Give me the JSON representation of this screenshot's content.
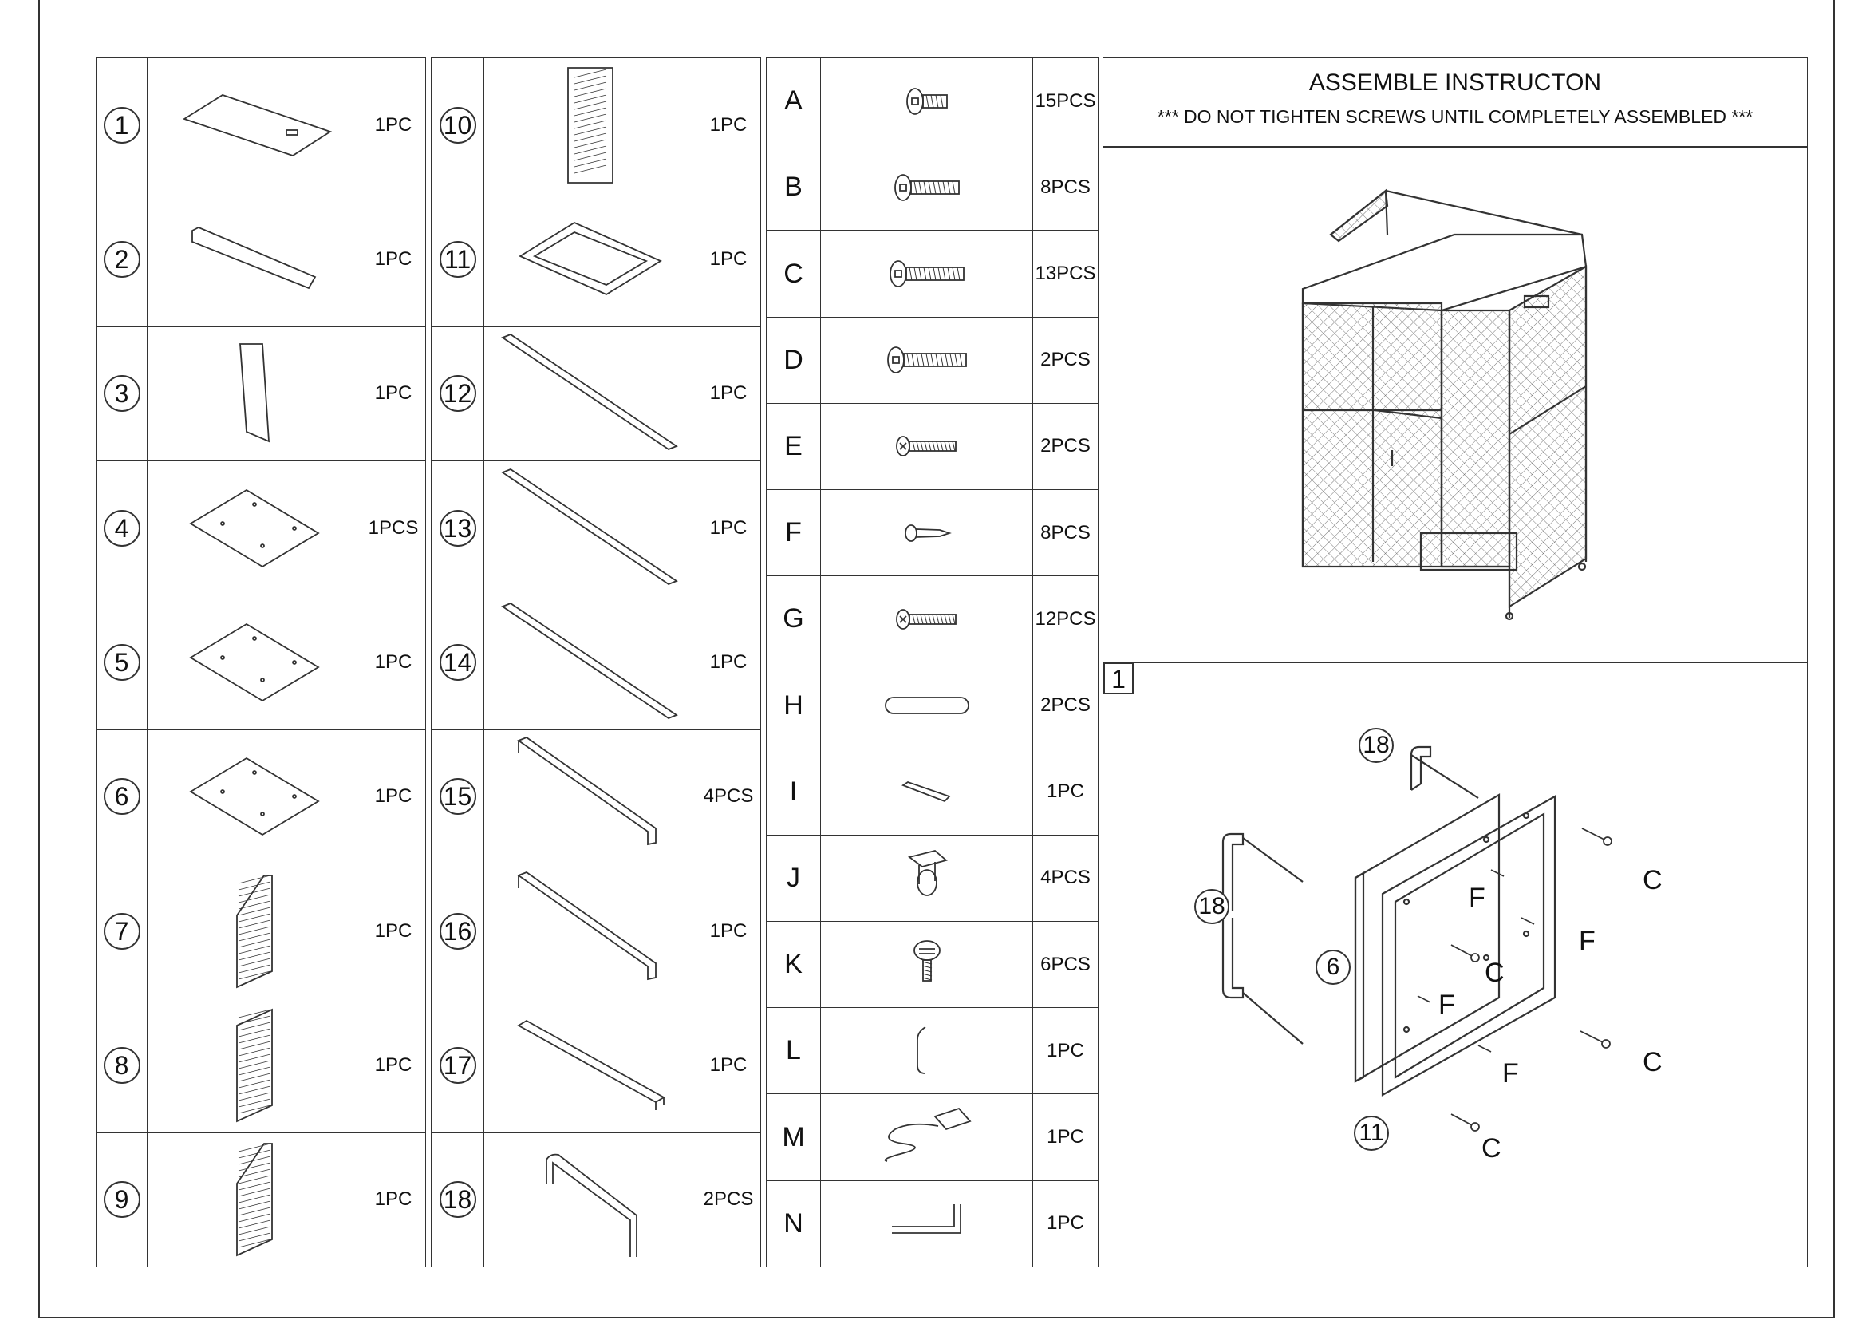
{
  "header": {
    "title": "ASSEMBLE INSTRUCTON",
    "warning": "*** DO NOT TIGHTEN SCREWS UNTIL COMPLETELY ASSEMBLED ***"
  },
  "parts_col1": [
    {
      "num": "1",
      "qty": "1PC",
      "icon": "top-panel-icon"
    },
    {
      "num": "2",
      "qty": "1PC",
      "icon": "strip-panel-icon"
    },
    {
      "num": "3",
      "qty": "1PC",
      "icon": "side-board-icon"
    },
    {
      "num": "4",
      "qty": "1PCS",
      "icon": "shelf-board-icon"
    },
    {
      "num": "5",
      "qty": "1PC",
      "icon": "shelf-board-icon"
    },
    {
      "num": "6",
      "qty": "1PC",
      "icon": "shelf-board-icon"
    },
    {
      "num": "7",
      "qty": "1PC",
      "icon": "mesh-side-panel-icon"
    },
    {
      "num": "8",
      "qty": "1PC",
      "icon": "mesh-door-icon"
    },
    {
      "num": "9",
      "qty": "1PC",
      "icon": "mesh-side-panel-icon"
    }
  ],
  "parts_col2": [
    {
      "num": "10",
      "qty": "1PC",
      "icon": "mesh-panel-icon"
    },
    {
      "num": "11",
      "qty": "1PC",
      "icon": "frame-icon"
    },
    {
      "num": "12",
      "qty": "1PC",
      "icon": "bar-icon"
    },
    {
      "num": "13",
      "qty": "1PC",
      "icon": "bar-icon"
    },
    {
      "num": "14",
      "qty": "1PC",
      "icon": "bar-icon"
    },
    {
      "num": "15",
      "qty": "4PCS",
      "icon": "bracket-bar-icon"
    },
    {
      "num": "16",
      "qty": "1PC",
      "icon": "bracket-bar-icon"
    },
    {
      "num": "17",
      "qty": "1PC",
      "icon": "square-tube-icon"
    },
    {
      "num": "18",
      "qty": "2PCS",
      "icon": "u-handle-icon"
    }
  ],
  "hardware": [
    {
      "letter": "A",
      "qty": "15PCS",
      "icon": "short-bolt-icon"
    },
    {
      "letter": "B",
      "qty": "8PCS",
      "icon": "bolt-icon"
    },
    {
      "letter": "C",
      "qty": "13PCS",
      "icon": "long-bolt-icon"
    },
    {
      "letter": "D",
      "qty": "2PCS",
      "icon": "flat-head-bolt-icon"
    },
    {
      "letter": "E",
      "qty": "2PCS",
      "icon": "phillips-screw-icon"
    },
    {
      "letter": "F",
      "qty": "8PCS",
      "icon": "wood-screw-icon"
    },
    {
      "letter": "G",
      "qty": "12PCS",
      "icon": "phillips-screw-icon"
    },
    {
      "letter": "H",
      "qty": "2PCS",
      "icon": "dowel-icon"
    },
    {
      "letter": "I",
      "qty": "1PC",
      "icon": "hinge-plate-icon"
    },
    {
      "letter": "J",
      "qty": "4PCS",
      "icon": "caster-wheel-icon"
    },
    {
      "letter": "K",
      "qty": "6PCS",
      "icon": "leveling-foot-icon"
    },
    {
      "letter": "L",
      "qty": "1PC",
      "icon": "door-handle-icon"
    },
    {
      "letter": "M",
      "qty": "1PC",
      "icon": "power-strip-icon"
    },
    {
      "letter": "N",
      "qty": "1PC",
      "icon": "allen-key-icon"
    }
  ],
  "step": {
    "number": "1",
    "labels": {
      "handle_top": "18",
      "handle_left": "18",
      "panel": "6",
      "frame": "11",
      "screw_c": "C",
      "screw_f": "F"
    }
  },
  "colors": {
    "line": "#333333",
    "background": "#ffffff"
  }
}
